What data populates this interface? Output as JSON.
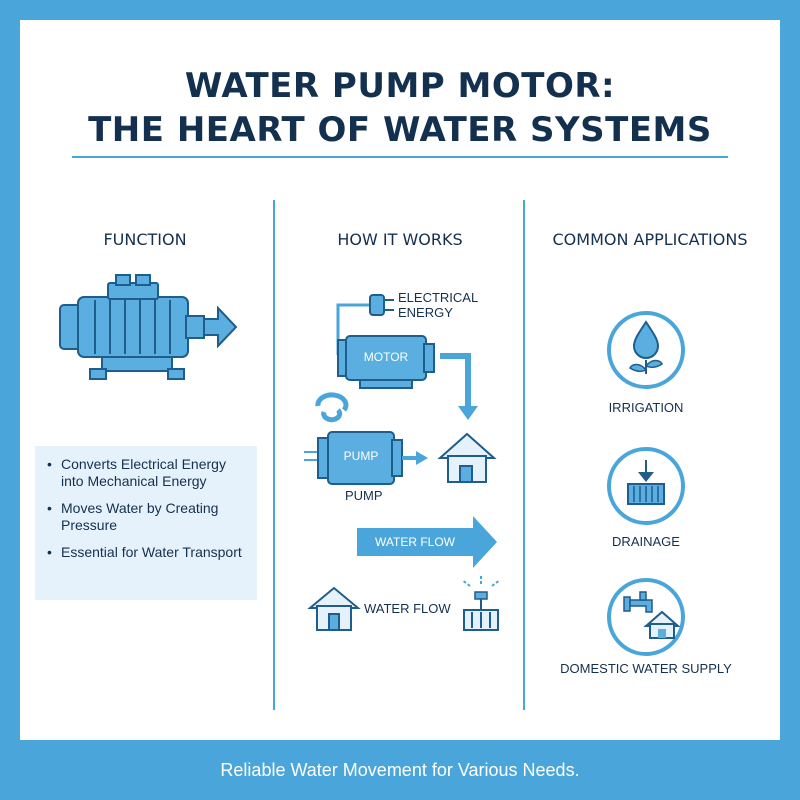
{
  "title": {
    "line1": "WATER PUMP MOTOR:",
    "line2": "THE HEART OF WATER SYSTEMS"
  },
  "columns": {
    "function": {
      "heading": "FUNCTION",
      "bullets": [
        "Converts Electrical Energy into Mechanical Energy",
        "Moves Water by Creating Pressure",
        "Essential for Water Transport"
      ]
    },
    "how_it_works": {
      "heading": "HOW IT WORKS",
      "electrical_energy": "ELECTRICAL ENERGY",
      "motor_label": "MOTOR",
      "pump_label": "PUMP",
      "pump_caption": "PUMP",
      "water_flow_arrow": "WATER FLOW",
      "water_flow_caption": "WATER FLOW"
    },
    "applications": {
      "heading": "COMMON APPLICATIONS",
      "items": [
        {
          "label": "IRRIGATION",
          "icon": "plant-water-drop-icon"
        },
        {
          "label": "DRAINAGE",
          "icon": "drain-grate-icon"
        },
        {
          "label": "DOMESTIC WATER SUPPLY",
          "icon": "faucet-house-icon"
        }
      ]
    }
  },
  "footer": {
    "tagline": "Reliable Water Movement for Various Needs."
  },
  "colors": {
    "accent": "#4aa6da",
    "dark": "#14304f",
    "light_fill": "#e6f2fb",
    "icon_blue": "#5aaee0"
  }
}
